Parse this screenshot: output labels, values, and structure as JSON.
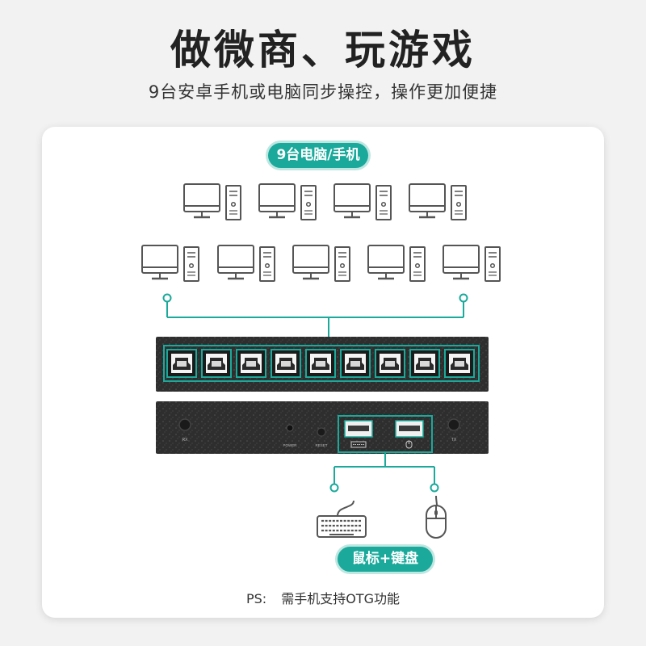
{
  "header": {
    "title": "做微商、玩游戏",
    "subtitle": "9台安卓手机或电脑同步操控，操作更加便捷"
  },
  "diagram": {
    "devices_badge": "9台电脑/手机",
    "peripherals_badge": "鼠标+键盘",
    "device_count": 9,
    "usb_b_port_count": 9,
    "panel_labels": {
      "rx": "RX",
      "power": "POWER",
      "reset": "RESET",
      "tx": "TX"
    },
    "icons": [
      "computer-icon",
      "usb-b-port-icon",
      "usb-a-port-icon",
      "keyboard-icon",
      "mouse-icon"
    ],
    "colors": {
      "accent": "#1aa99b",
      "device_body": "#2b2b2b",
      "icon_stroke": "#555555"
    }
  },
  "footer": {
    "ps_label": "PS:",
    "ps_text": "需手机支持OTG功能"
  }
}
